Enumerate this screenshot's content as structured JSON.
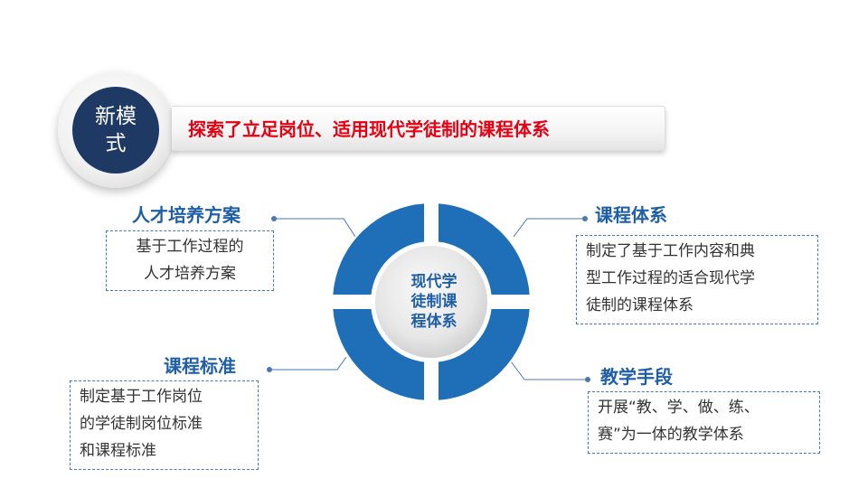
{
  "badge": {
    "label": "新模式"
  },
  "banner": {
    "text": "探索了立足岗位、适用现代学徒制的课程体系"
  },
  "center": {
    "lines": [
      "现代学",
      "徒制课",
      "程体系"
    ]
  },
  "sections": {
    "left_top": {
      "title": "人才培养方案",
      "lines": [
        "基于工作过程的",
        "人才培养方案"
      ]
    },
    "right_top": {
      "title": "课程体系",
      "lines": [
        "制定了基于工作内容和典",
        "型工作过程的适合现代学",
        "徒制的课程体系"
      ]
    },
    "left_bottom": {
      "title": "课程标准",
      "lines": [
        "制定基于工作岗位",
        "的学徒制岗位标准",
        "和课程标准"
      ]
    },
    "right_bottom": {
      "title": "教学手段",
      "lines": [
        "开展“教、学、做、练、",
        "赛”为一体的教学体系"
      ]
    }
  },
  "colors": {
    "accent_blue": "#1f5fa6",
    "ring_blue": "#1f6fb8",
    "badge_navy": "#1e3a64",
    "banner_red": "#e60012"
  }
}
